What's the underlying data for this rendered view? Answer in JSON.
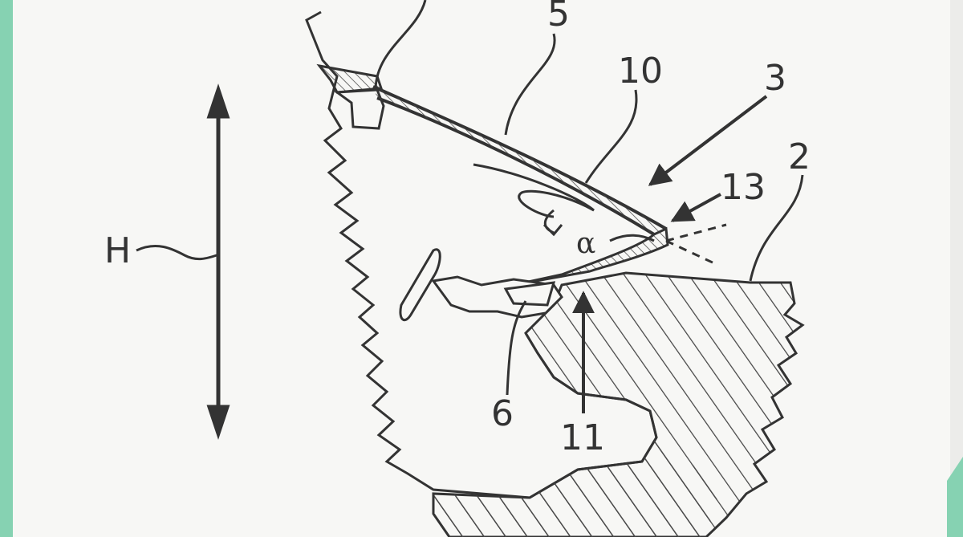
{
  "labels": {
    "h": "H",
    "n5": "5",
    "n10": "10",
    "n3": "3",
    "n2": "2",
    "n13": "13",
    "alpha": "α",
    "n6": "6",
    "n11": "11"
  },
  "colors": {
    "frame": "#86d2b2",
    "paper": "#f7f7f5",
    "ink": "#333333"
  }
}
